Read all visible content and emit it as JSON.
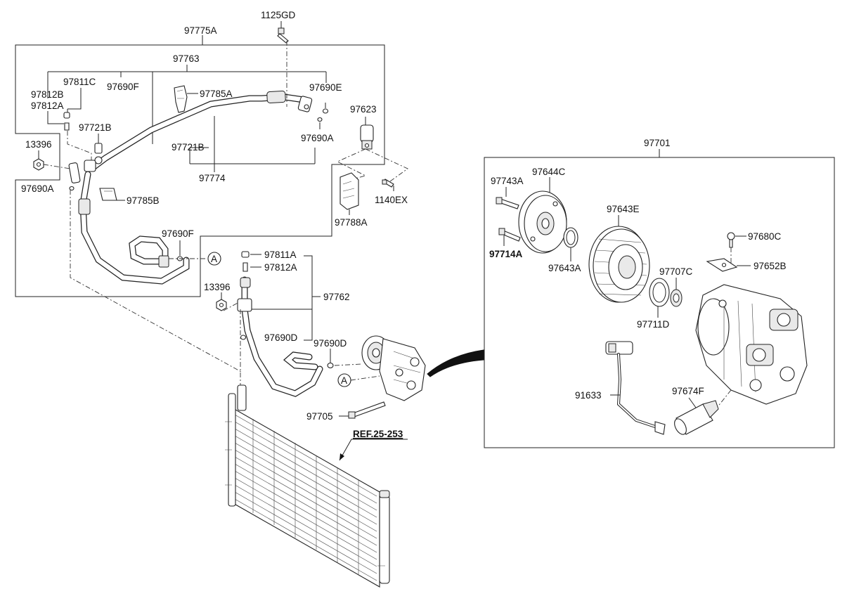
{
  "labels": {
    "l_1125GD": "1125GD",
    "l_97775A": "97775A",
    "l_97763": "97763",
    "l_97811C": "97811C",
    "l_97690F_top": "97690F",
    "l_97812B": "97812B",
    "l_97812A_top": "97812A",
    "l_97785A": "97785A",
    "l_97690E": "97690E",
    "l_97623": "97623",
    "l_97721B_left": "97721B",
    "l_97690A_mid": "97690A",
    "l_97721B_mid": "97721B",
    "l_13396_top": "13396",
    "l_97774": "97774",
    "l_97690A_left": "97690A",
    "l_1140EX": "1140EX",
    "l_97785B": "97785B",
    "l_97788A": "97788A",
    "l_97690F_mid": "97690F",
    "l_97811A": "97811A",
    "l_97812A_mid": "97812A",
    "l_13396_mid": "13396",
    "l_97762": "97762",
    "l_97690D_left": "97690D",
    "l_97690D_right": "97690D",
    "l_97705": "97705",
    "l_ref": "REF.25-253",
    "l_97701": "97701",
    "l_97743A": "97743A",
    "l_97644C": "97644C",
    "l_97643E": "97643E",
    "l_97714A": "97714A",
    "l_97643A": "97643A",
    "l_97680C": "97680C",
    "l_97652B": "97652B",
    "l_97707C": "97707C",
    "l_97711D": "97711D",
    "l_91633": "91633",
    "l_97674F": "97674F",
    "callout_A1": "A",
    "callout_A2": "A"
  }
}
